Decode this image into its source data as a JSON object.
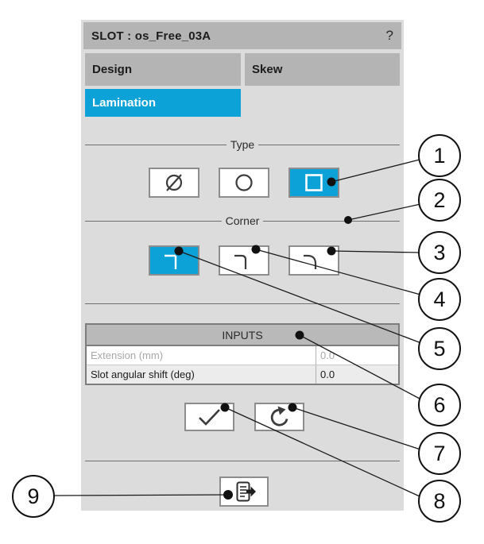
{
  "colors": {
    "accent": "#0ca2d8",
    "panel_bg": "#dcdcdc",
    "bar_bg": "#b4b4b4"
  },
  "window": {
    "title": "SLOT : os_Free_03A",
    "help_label": "?"
  },
  "tabs": [
    {
      "label": "Design",
      "selected": false
    },
    {
      "label": "Skew",
      "selected": false
    },
    {
      "label": "Lamination",
      "selected": true
    }
  ],
  "type_section": {
    "label": "Type",
    "options": [
      {
        "icon": "empty-set",
        "selected": false
      },
      {
        "icon": "circle",
        "selected": false
      },
      {
        "icon": "square",
        "selected": true
      }
    ]
  },
  "corner_section": {
    "label": "Corner",
    "options": [
      {
        "icon": "sharp-corner",
        "selected": true
      },
      {
        "icon": "small-fillet-corner",
        "selected": false
      },
      {
        "icon": "large-fillet-corner",
        "selected": false
      }
    ]
  },
  "inputs": {
    "header": "INPUTS",
    "rows": [
      {
        "label": "Extension (mm)",
        "value": "0.0",
        "disabled": true
      },
      {
        "label": "Slot angular shift (deg)",
        "value": "0.0",
        "disabled": false
      }
    ]
  },
  "action_icons": {
    "apply": "check",
    "reset": "rotate-ccw",
    "exit": "exit-document"
  },
  "callouts": [
    "1",
    "2",
    "3",
    "4",
    "5",
    "6",
    "7",
    "8",
    "9"
  ]
}
